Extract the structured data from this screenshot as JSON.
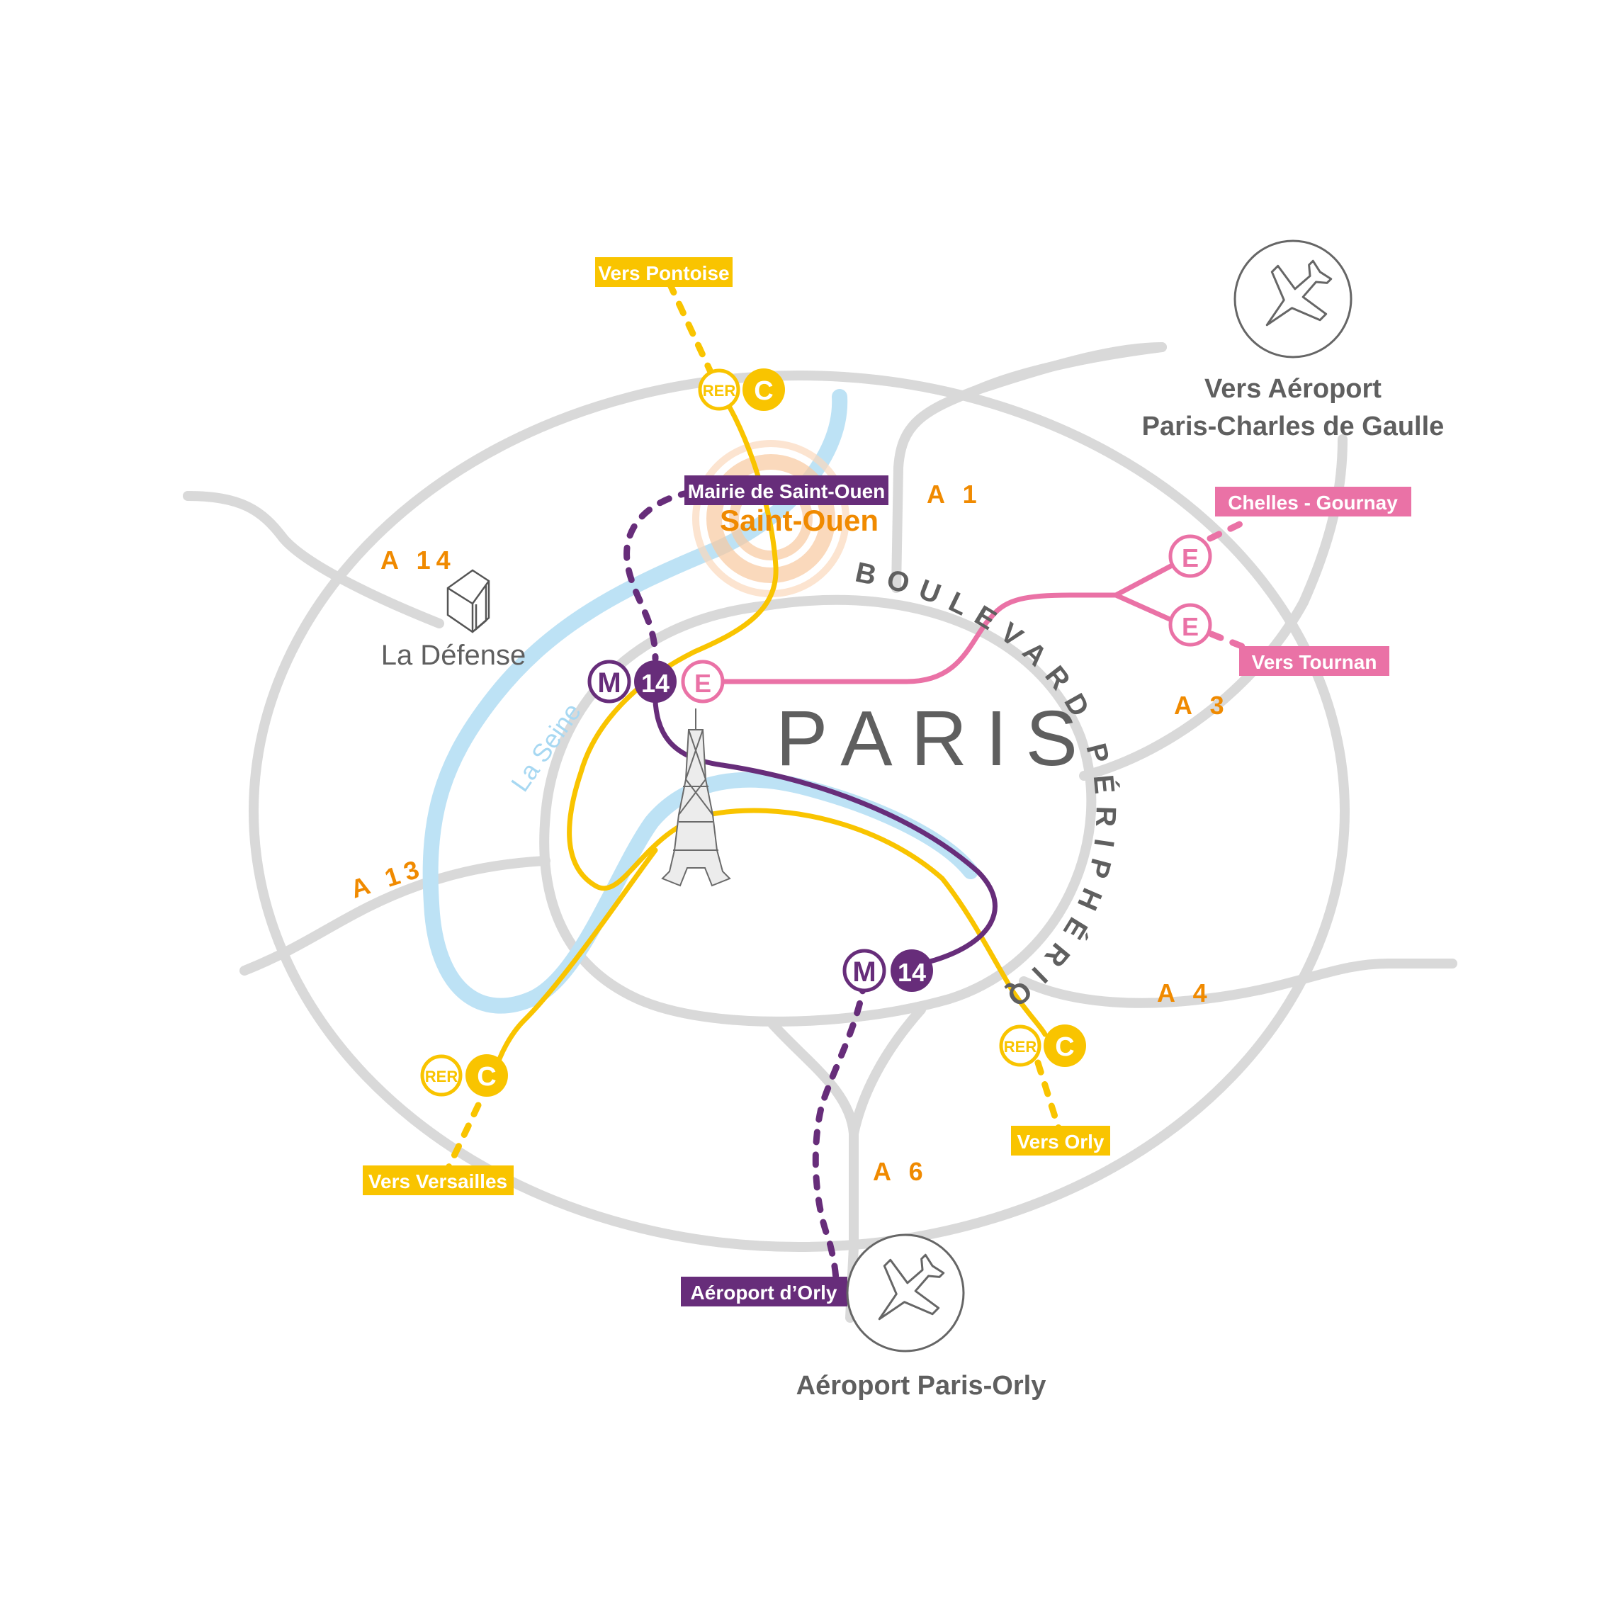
{
  "title": "PARIS",
  "ring_road_label": "BOULEVARD PÉRIPHÉRIQUE",
  "river": {
    "label": "La Seine"
  },
  "highways": [
    "A 1",
    "A 3",
    "A 4",
    "A 6",
    "A 13",
    "A 14"
  ],
  "highway_labels": {
    "a1": "A 1",
    "a3": "A 3",
    "a4": "A 4",
    "a6": "A 6",
    "a13": "A 13",
    "a14": "A 14"
  },
  "landmarks": {
    "la_defense": "La Défense",
    "saint_ouen": "Saint-Ouen",
    "eiffel_tower": "eiffel-tower-icon"
  },
  "airports": {
    "cdg_line1": "Vers Aéroport",
    "cdg_line2": "Paris-Charles de Gaulle",
    "orly": "Aéroport Paris-Orly"
  },
  "station_badges": {
    "rer": "RER",
    "c": "C",
    "m": "M",
    "line14": "14",
    "e": "E"
  },
  "destination_tags": {
    "vers_pontoise": "Vers Pontoise",
    "vers_versailles": "Vers Versailles",
    "vers_orly": "Vers Orly",
    "mairie_saint_ouen": "Mairie de Saint-Ouen",
    "aeroport_orly": "Aéroport d’Orly",
    "chelles_gournay": "Chelles - Gournay",
    "vers_tournan": "Vers Tournan"
  },
  "colors": {
    "rer_c": "#f9c400",
    "metro_14": "#672d7a",
    "rer_e": "#ea72a6",
    "highway_label": "#f08a00",
    "road": "#d9d9d9",
    "seine": "#bde2f5",
    "text_gray": "#5f5f5f",
    "highlight_ring": "#f9c9a0"
  }
}
